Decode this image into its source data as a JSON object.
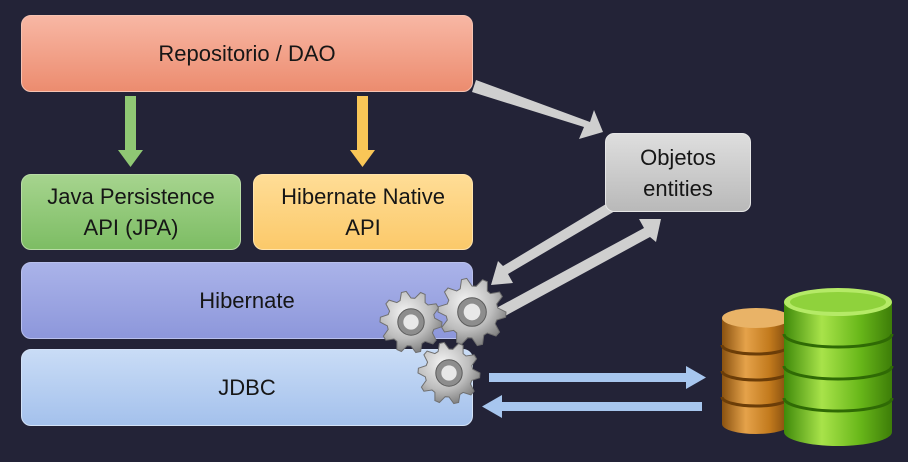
{
  "diagram": {
    "repository": "Repositorio / DAO",
    "jpa": "Java Persistence\nAPI (JPA)",
    "hibernate_native": "Hibernate Native\nAPI",
    "hibernate": "Hibernate",
    "jdbc": "JDBC",
    "entities": "Objetos\nentities"
  },
  "colors": {
    "background": "#232337",
    "repository": "#f2a389",
    "jpa": "#90c978",
    "hibernate_native": "#fdd07d",
    "hibernate": "#9aa4e1",
    "jdbc": "#b4cdf0",
    "entities": "#cbcbcb",
    "arrow_green": "#8fc874",
    "arrow_yellow": "#f9c657",
    "arrow_gray": "#cfcfcf",
    "arrow_blue": "#a7c6ee",
    "db_orange": "#c07a1c",
    "db_green": "#6fbf1c"
  },
  "icons": [
    "gears-icon",
    "database-icon"
  ]
}
